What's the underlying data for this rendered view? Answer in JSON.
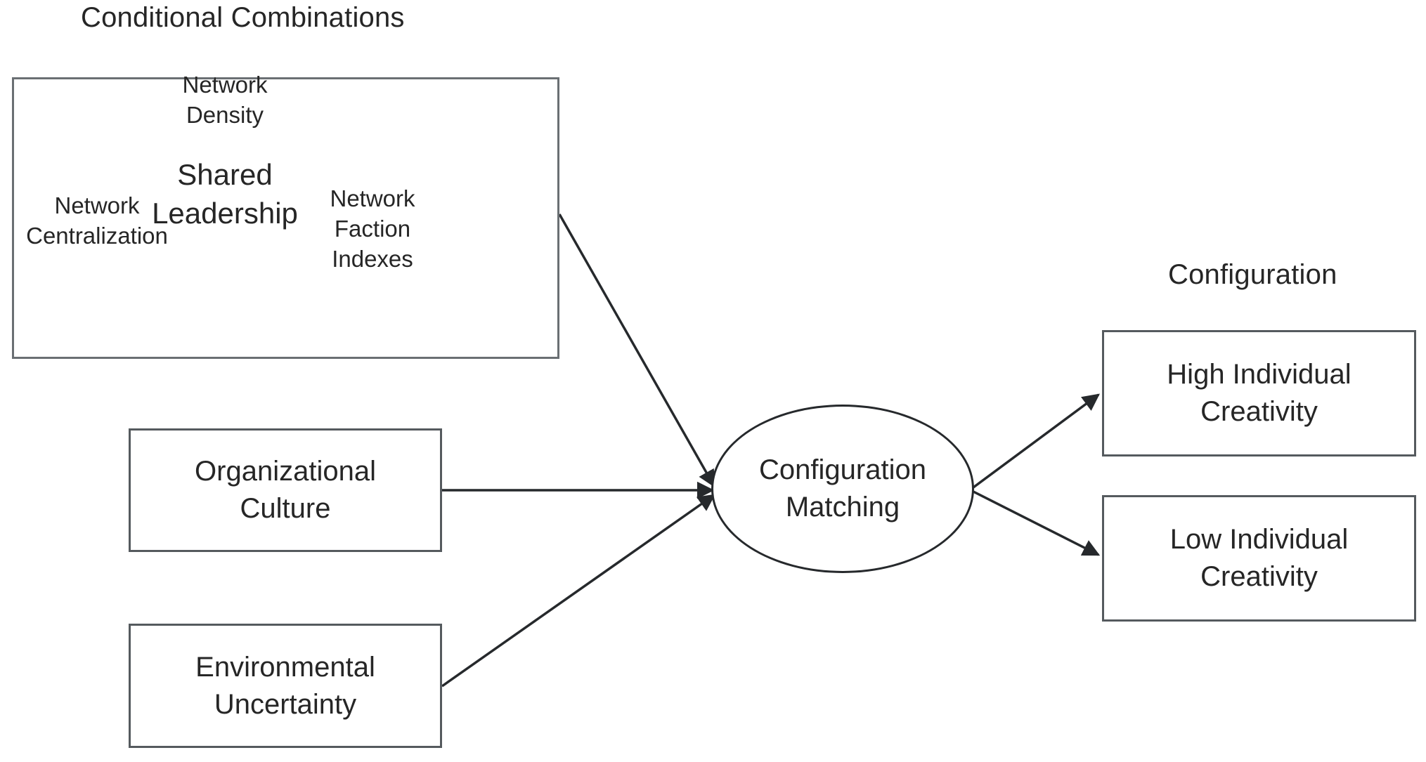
{
  "diagram": {
    "background": "#ffffff",
    "line_color": "#26292c",
    "box_border_color": "#555a5e",
    "text_color": "#262626",
    "group_titles": {
      "left": "Conditional Combinations",
      "right": "Configuration"
    },
    "conditional_frame": {
      "center_label": "Shared Leadership",
      "vertex_labels": [
        {
          "id": "network-density",
          "text": "Network\nDensity"
        },
        {
          "id": "network-centralization",
          "text": "Network\nCentralization"
        },
        {
          "id": "network-faction-indexes",
          "text": "Network\nFaction\nIndexes"
        }
      ]
    },
    "antecedent_boxes": [
      {
        "id": "organizational-culture",
        "text": "Organizational\nCulture"
      },
      {
        "id": "environmental-uncertainty",
        "text": "Environmental\nUncertainty"
      }
    ],
    "process_node": {
      "id": "configuration-matching",
      "shape": "ellipse",
      "text": "Configuration\nMatching"
    },
    "outcome_boxes": [
      {
        "id": "high-individual-creativity",
        "text": "High Individual\nCreativity"
      },
      {
        "id": "low-individual-creativity",
        "text": "Low Individual\nCreativity"
      }
    ],
    "connectors": [
      {
        "from": "conditional-combinations-frame",
        "to": "configuration-matching",
        "style": "solid-arrow"
      },
      {
        "from": "organizational-culture",
        "to": "configuration-matching",
        "style": "solid-arrow"
      },
      {
        "from": "environmental-uncertainty",
        "to": "configuration-matching",
        "style": "solid-arrow"
      },
      {
        "from": "configuration-matching",
        "to": "high-individual-creativity",
        "style": "solid-arrow"
      },
      {
        "from": "configuration-matching",
        "to": "low-individual-creativity",
        "style": "solid-arrow"
      },
      {
        "from": "network-density",
        "to": "network-centralization",
        "style": "dashed"
      },
      {
        "from": "network-density",
        "to": "network-faction-indexes",
        "style": "dashed"
      },
      {
        "from": "network-centralization",
        "to": "network-faction-indexes",
        "style": "dashed"
      }
    ]
  }
}
